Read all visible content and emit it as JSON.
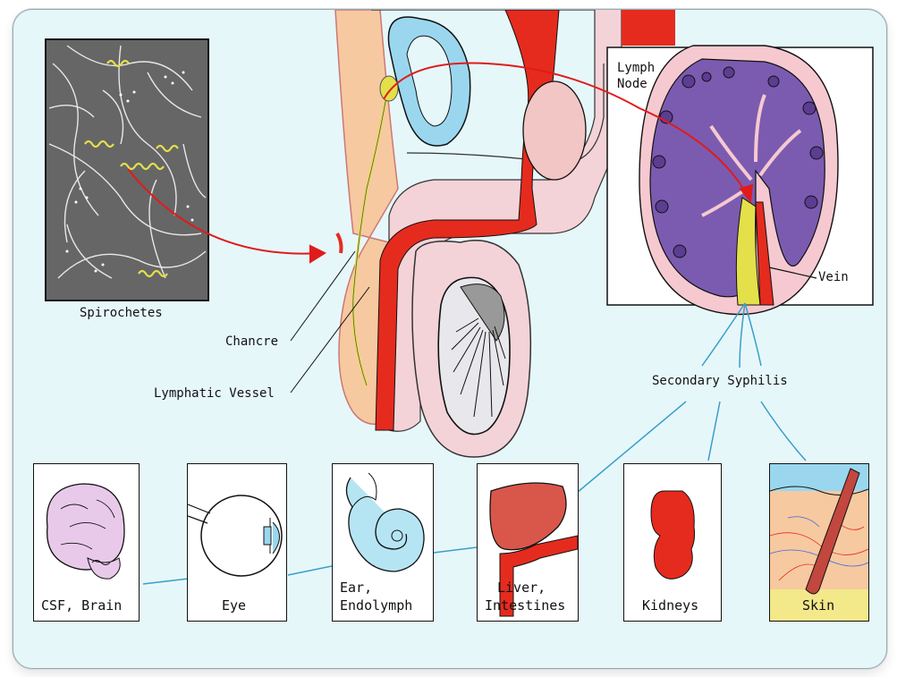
{
  "labels": {
    "spirochetes": "Spirochetes",
    "chancre": "Chancre",
    "lymphatic_vessel": "Lymphatic Vessel",
    "lymph_node_line1": "Lymph",
    "lymph_node_line2": "Node",
    "vein": "Vein",
    "secondary_syphilis": "Secondary Syphilis"
  },
  "organs": [
    {
      "line1": "CSF, Brain",
      "line2": ""
    },
    {
      "line1": "Eye",
      "line2": ""
    },
    {
      "line1": "Ear,",
      "line2": "Endolymph"
    },
    {
      "line1": "Liver,",
      "line2": "Intestines"
    },
    {
      "line1": "Kidneys",
      "line2": ""
    },
    {
      "line1": "Skin",
      "line2": ""
    }
  ],
  "colors": {
    "background": "#e6f7fa",
    "arrow": "#e01b1b",
    "connector": "#3a9ec9",
    "node_tissue": "#7b5bb0",
    "node_capsule": "#f6c9d0",
    "skin": "#f7c9a0",
    "blood": "#e52b1e",
    "bladder": "#9ad7ef"
  }
}
